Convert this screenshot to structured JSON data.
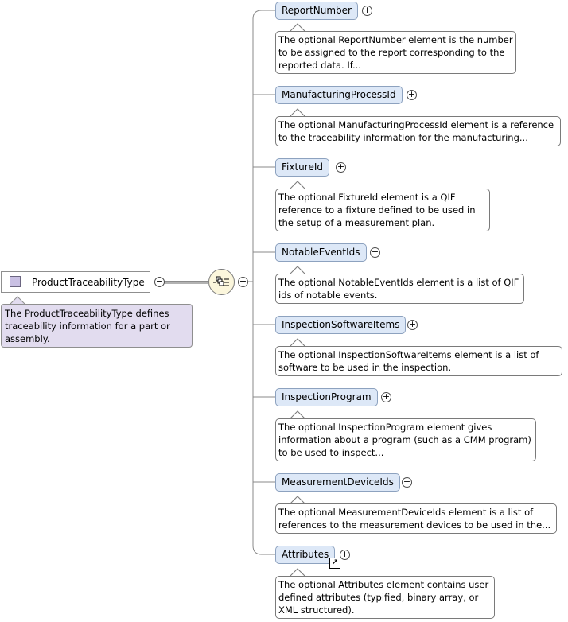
{
  "root": {
    "name": "ProductTraceabilityType",
    "doc": "The ProductTraceabilityType defines traceability information for a part or assembly."
  },
  "elements": [
    {
      "name": "ReportNumber",
      "doc": "The optional ReportNumber element is the number to be assigned to the report corresponding to the reported data. If..."
    },
    {
      "name": "ManufacturingProcessId",
      "doc": "The optional ManufacturingProcessId element is a reference to the traceability information for the manufacturing..."
    },
    {
      "name": "FixtureId",
      "doc": "The optional FixtureId element is a QIF reference to a fixture defined to be used in the setup of a measurement plan."
    },
    {
      "name": "NotableEventIds",
      "doc": "The optional NotableEventIds element is a list of QIF ids of notable events."
    },
    {
      "name": "InspectionSoftwareItems",
      "doc": "The optional InspectionSoftwareItems element is a list of software to be used in the inspection."
    },
    {
      "name": "InspectionProgram",
      "doc": "The optional InspectionProgram element gives information about a program (such as a CMM program) to be used to inspect..."
    },
    {
      "name": "MeasurementDeviceIds",
      "doc": "The optional MeasurementDeviceIds element is a list of references to the measurement devices to be used in the..."
    },
    {
      "name": "Attributes",
      "doc": "The optional Attributes element contains user defined attributes (typified, binary array, or XML structured)."
    }
  ],
  "icons": {
    "expand": "plus-circle-icon",
    "collapse": "minus-circle-icon",
    "sequence": "sequence-compositor-icon",
    "reference": "reference-arrow-icon"
  }
}
